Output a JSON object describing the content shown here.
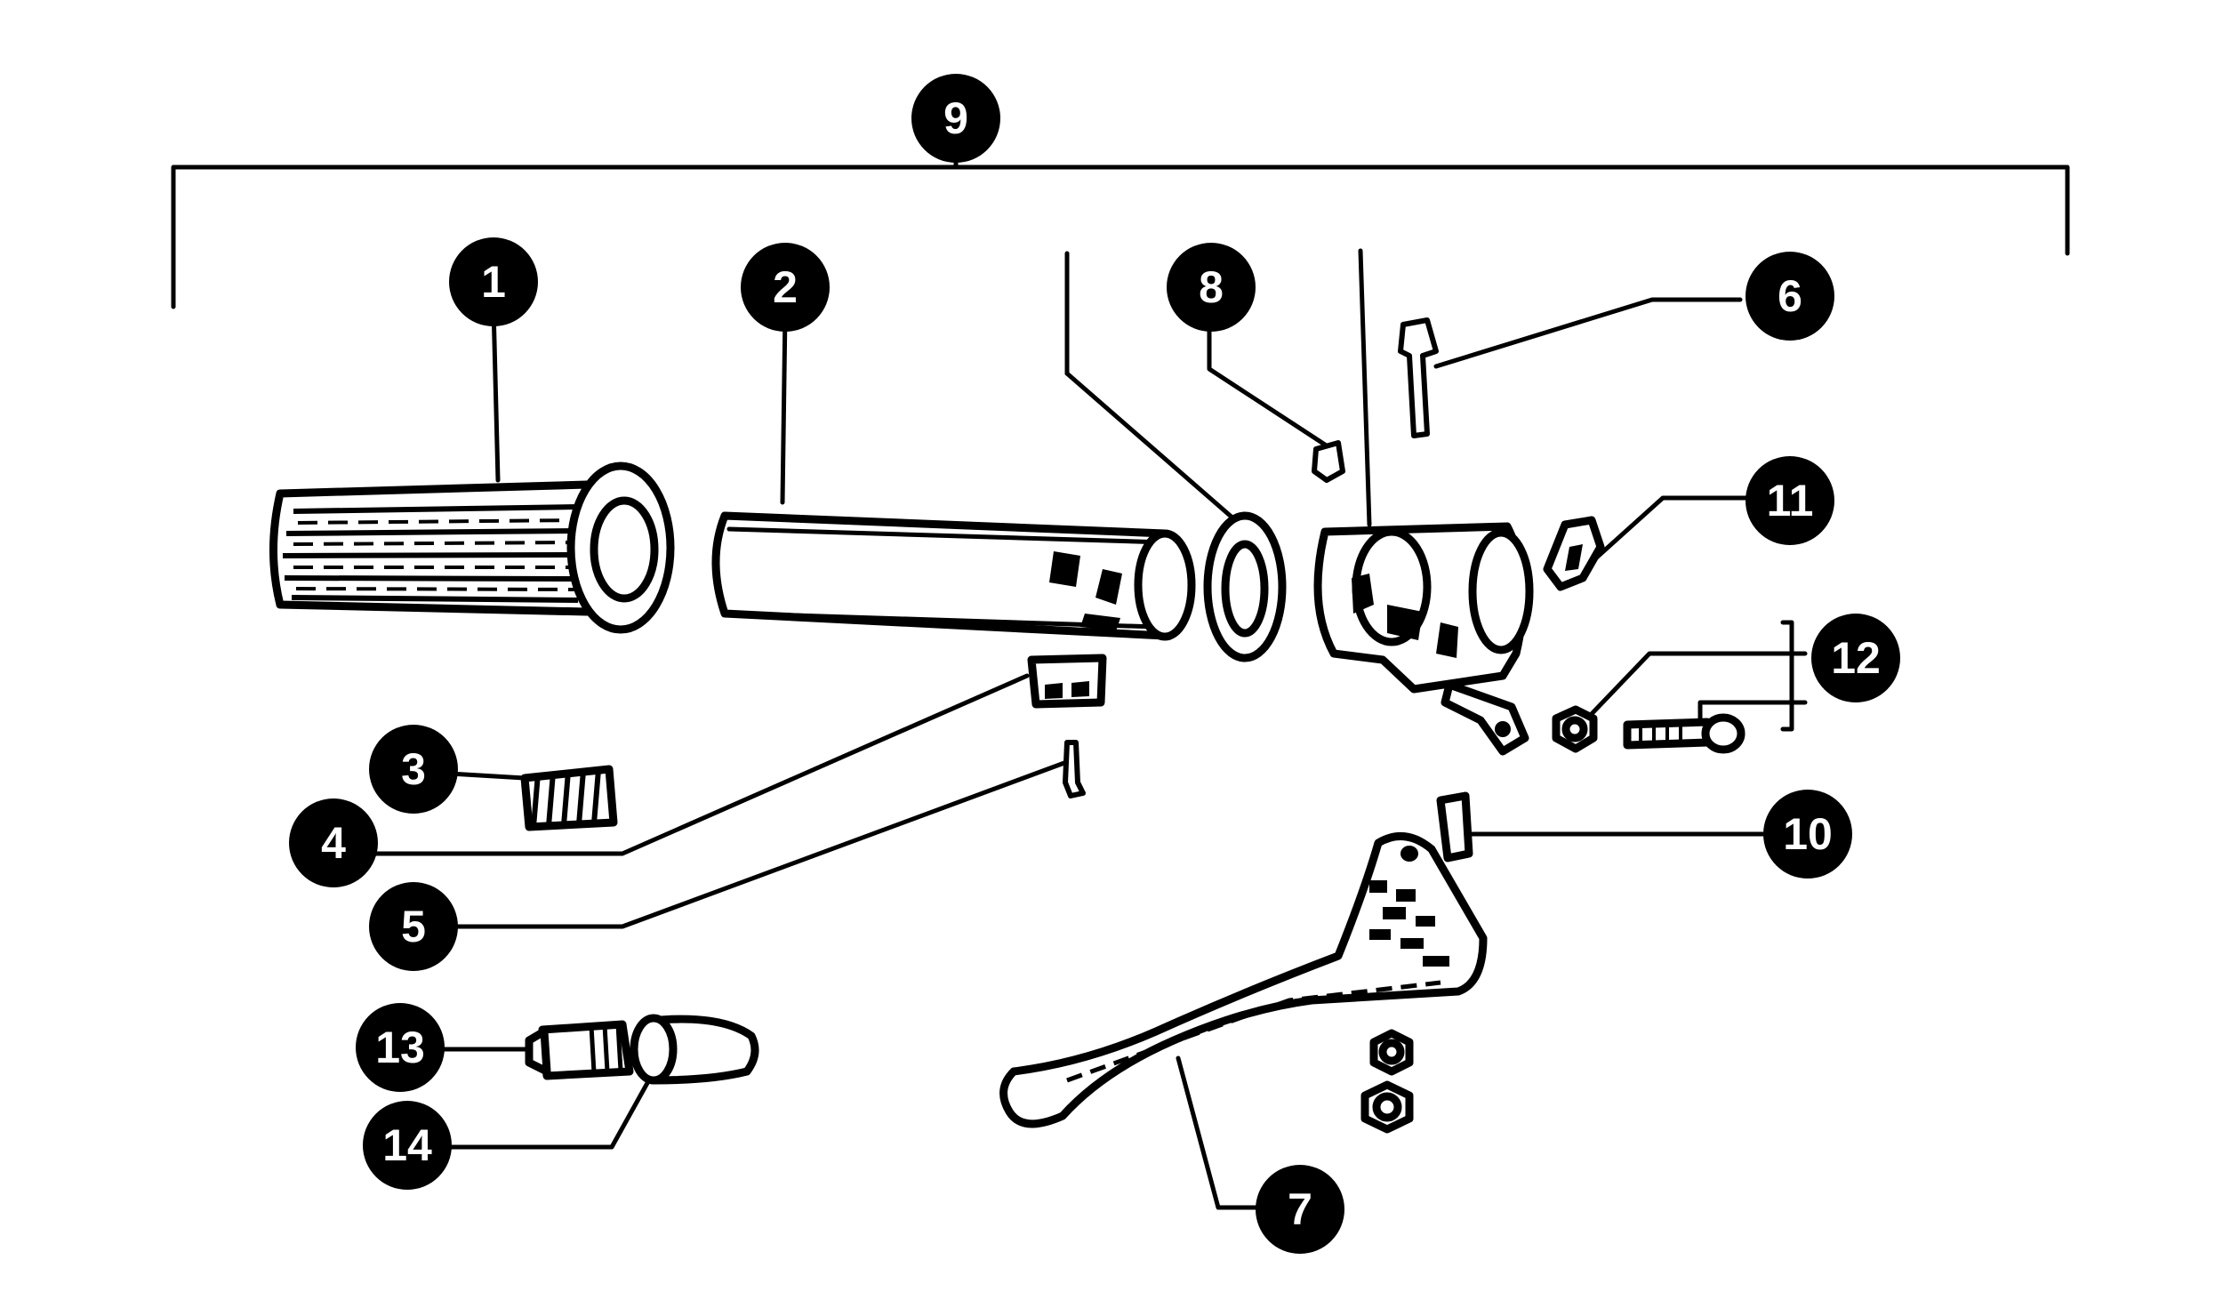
{
  "diagram": {
    "type": "exploded-parts-diagram",
    "background": "#ffffff",
    "ink_color": "#000000",
    "callout_fill": "#000000",
    "callout_text_color": "#ffffff",
    "callouts": [
      {
        "id": "c1",
        "label": "1"
      },
      {
        "id": "c2",
        "label": "2"
      },
      {
        "id": "c3",
        "label": "3"
      },
      {
        "id": "c4",
        "label": "4"
      },
      {
        "id": "c5",
        "label": "5"
      },
      {
        "id": "c6",
        "label": "6"
      },
      {
        "id": "c7",
        "label": "7"
      },
      {
        "id": "c8",
        "label": "8"
      },
      {
        "id": "c9",
        "label": "9"
      },
      {
        "id": "c10",
        "label": "10"
      },
      {
        "id": "c11",
        "label": "11"
      },
      {
        "id": "c12",
        "label": "12"
      },
      {
        "id": "c13",
        "label": "13"
      },
      {
        "id": "c14",
        "label": "14"
      }
    ]
  }
}
